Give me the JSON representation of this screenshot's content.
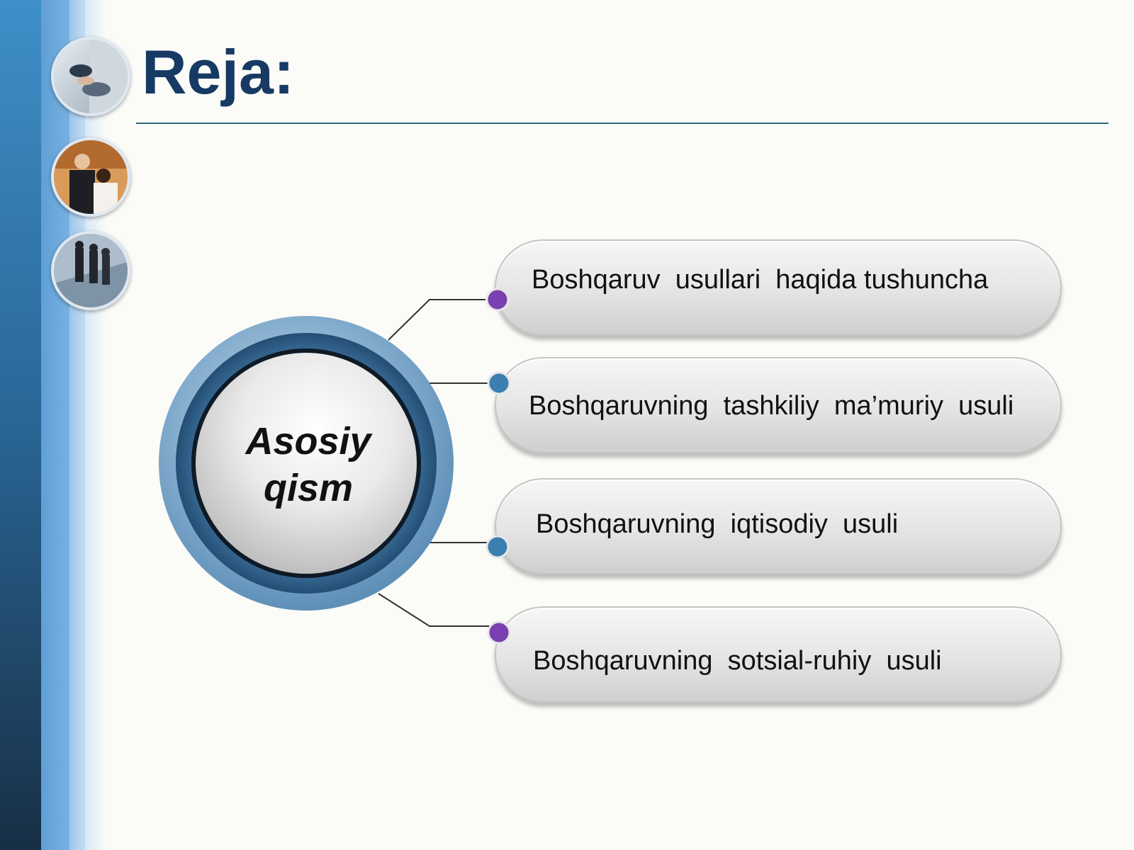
{
  "slide": {
    "title": "Reja:"
  },
  "sidebar": {
    "photos": [
      {
        "icon": "business-handshake-photo-icon"
      },
      {
        "icon": "business-people-meeting-photo-icon"
      },
      {
        "icon": "business-people-walking-photo-icon"
      }
    ]
  },
  "diagram": {
    "center_line1": "Asosiy",
    "center_line2": "qism",
    "items": [
      {
        "label": "Boshqaruv  usullari  haqida tushuncha",
        "dot_color": "#7a3fb0"
      },
      {
        "label": "Boshqaruvning  tashkiliy  ma’muriy  usuli",
        "dot_color": "#3a7fb0"
      },
      {
        "label": "Boshqaruvning  iqtisodiy  usuli",
        "dot_color": "#3a7fb0"
      },
      {
        "label": "Boshqaruvning  sotsial-ruhiy  usuli",
        "dot_color": "#7a3fb0"
      }
    ]
  },
  "colors": {
    "title": "#163a63",
    "rule": "#2f6f77",
    "ring_outer": "#6f9fc4",
    "ring_inner": "#2f5f85"
  }
}
